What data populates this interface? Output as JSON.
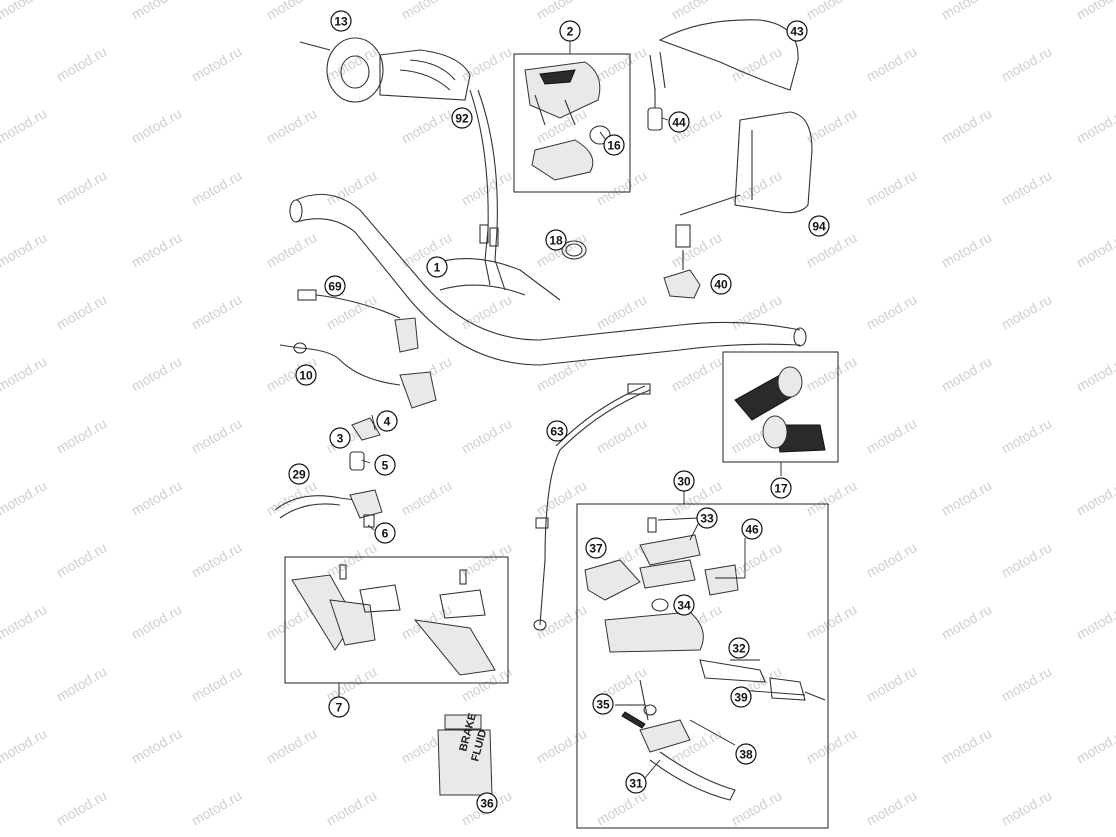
{
  "watermark": "motod.ru",
  "bottle_label": [
    "BRAKE",
    "FLUID"
  ],
  "callouts": [
    {
      "id": "c13",
      "label": "13"
    },
    {
      "id": "c2",
      "label": "2"
    },
    {
      "id": "c43",
      "label": "43"
    },
    {
      "id": "c92",
      "label": "92"
    },
    {
      "id": "c16",
      "label": "16"
    },
    {
      "id": "c44",
      "label": "44"
    },
    {
      "id": "c94",
      "label": "94"
    },
    {
      "id": "c18",
      "label": "18"
    },
    {
      "id": "c1",
      "label": "1"
    },
    {
      "id": "c40",
      "label": "40"
    },
    {
      "id": "c69",
      "label": "69"
    },
    {
      "id": "c10",
      "label": "10"
    },
    {
      "id": "c4",
      "label": "4"
    },
    {
      "id": "c3",
      "label": "3"
    },
    {
      "id": "c5",
      "label": "5"
    },
    {
      "id": "c63",
      "label": "63"
    },
    {
      "id": "c17",
      "label": "17"
    },
    {
      "id": "c29",
      "label": "29"
    },
    {
      "id": "c6",
      "label": "6"
    },
    {
      "id": "c30",
      "label": "30"
    },
    {
      "id": "c33",
      "label": "33"
    },
    {
      "id": "c46",
      "label": "46"
    },
    {
      "id": "c37",
      "label": "37"
    },
    {
      "id": "c34",
      "label": "34"
    },
    {
      "id": "c32",
      "label": "32"
    },
    {
      "id": "c39",
      "label": "39"
    },
    {
      "id": "c35",
      "label": "35"
    },
    {
      "id": "c38",
      "label": "38"
    },
    {
      "id": "c31",
      "label": "31"
    },
    {
      "id": "c7",
      "label": "7"
    },
    {
      "id": "c36",
      "label": "36"
    }
  ]
}
